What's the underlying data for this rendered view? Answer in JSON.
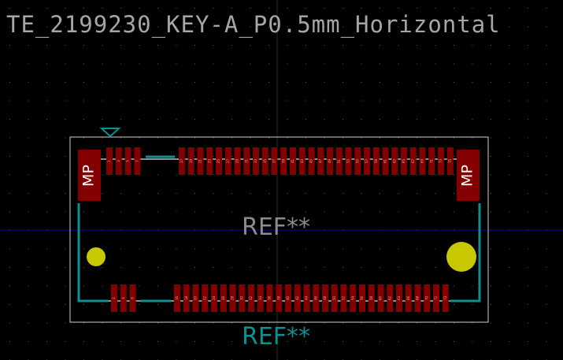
{
  "footprint": {
    "name": "TE_2199230_KEY-A_P0.5mm_Horizontal",
    "reference_fab": "REF**",
    "reference_silk": "REF**",
    "mounting_pad_label": "MP",
    "top_pads_left": [
      "1",
      "3",
      "5",
      "7"
    ],
    "top_pads_right": [
      "17",
      "19",
      "21",
      "23",
      "25",
      "27",
      "29",
      "31",
      "33",
      "35",
      "37",
      "39",
      "41",
      "43",
      "45",
      "47",
      "49",
      "51",
      "53",
      "55",
      "57",
      "59",
      "61",
      "63",
      "65",
      "67",
      "69",
      "71",
      "73",
      "75"
    ],
    "bottom_pads_left": [
      "2",
      "4",
      "6"
    ],
    "bottom_pads_right": [
      "16",
      "18",
      "20",
      "22",
      "24",
      "26",
      "28",
      "30",
      "32",
      "34",
      "36",
      "38",
      "40",
      "42",
      "44",
      "46",
      "48",
      "50",
      "52",
      "54",
      "56",
      "58",
      "60",
      "62",
      "64",
      "66",
      "68",
      "70",
      "72",
      "74"
    ]
  },
  "colors": {
    "background": "#000000",
    "pad": "#840000",
    "silkscreen": "#0f9090",
    "courtyard": "#d0d0d0",
    "fab": "#8c8c8c",
    "npth": "#c8c800",
    "axis": "#0000c0"
  }
}
